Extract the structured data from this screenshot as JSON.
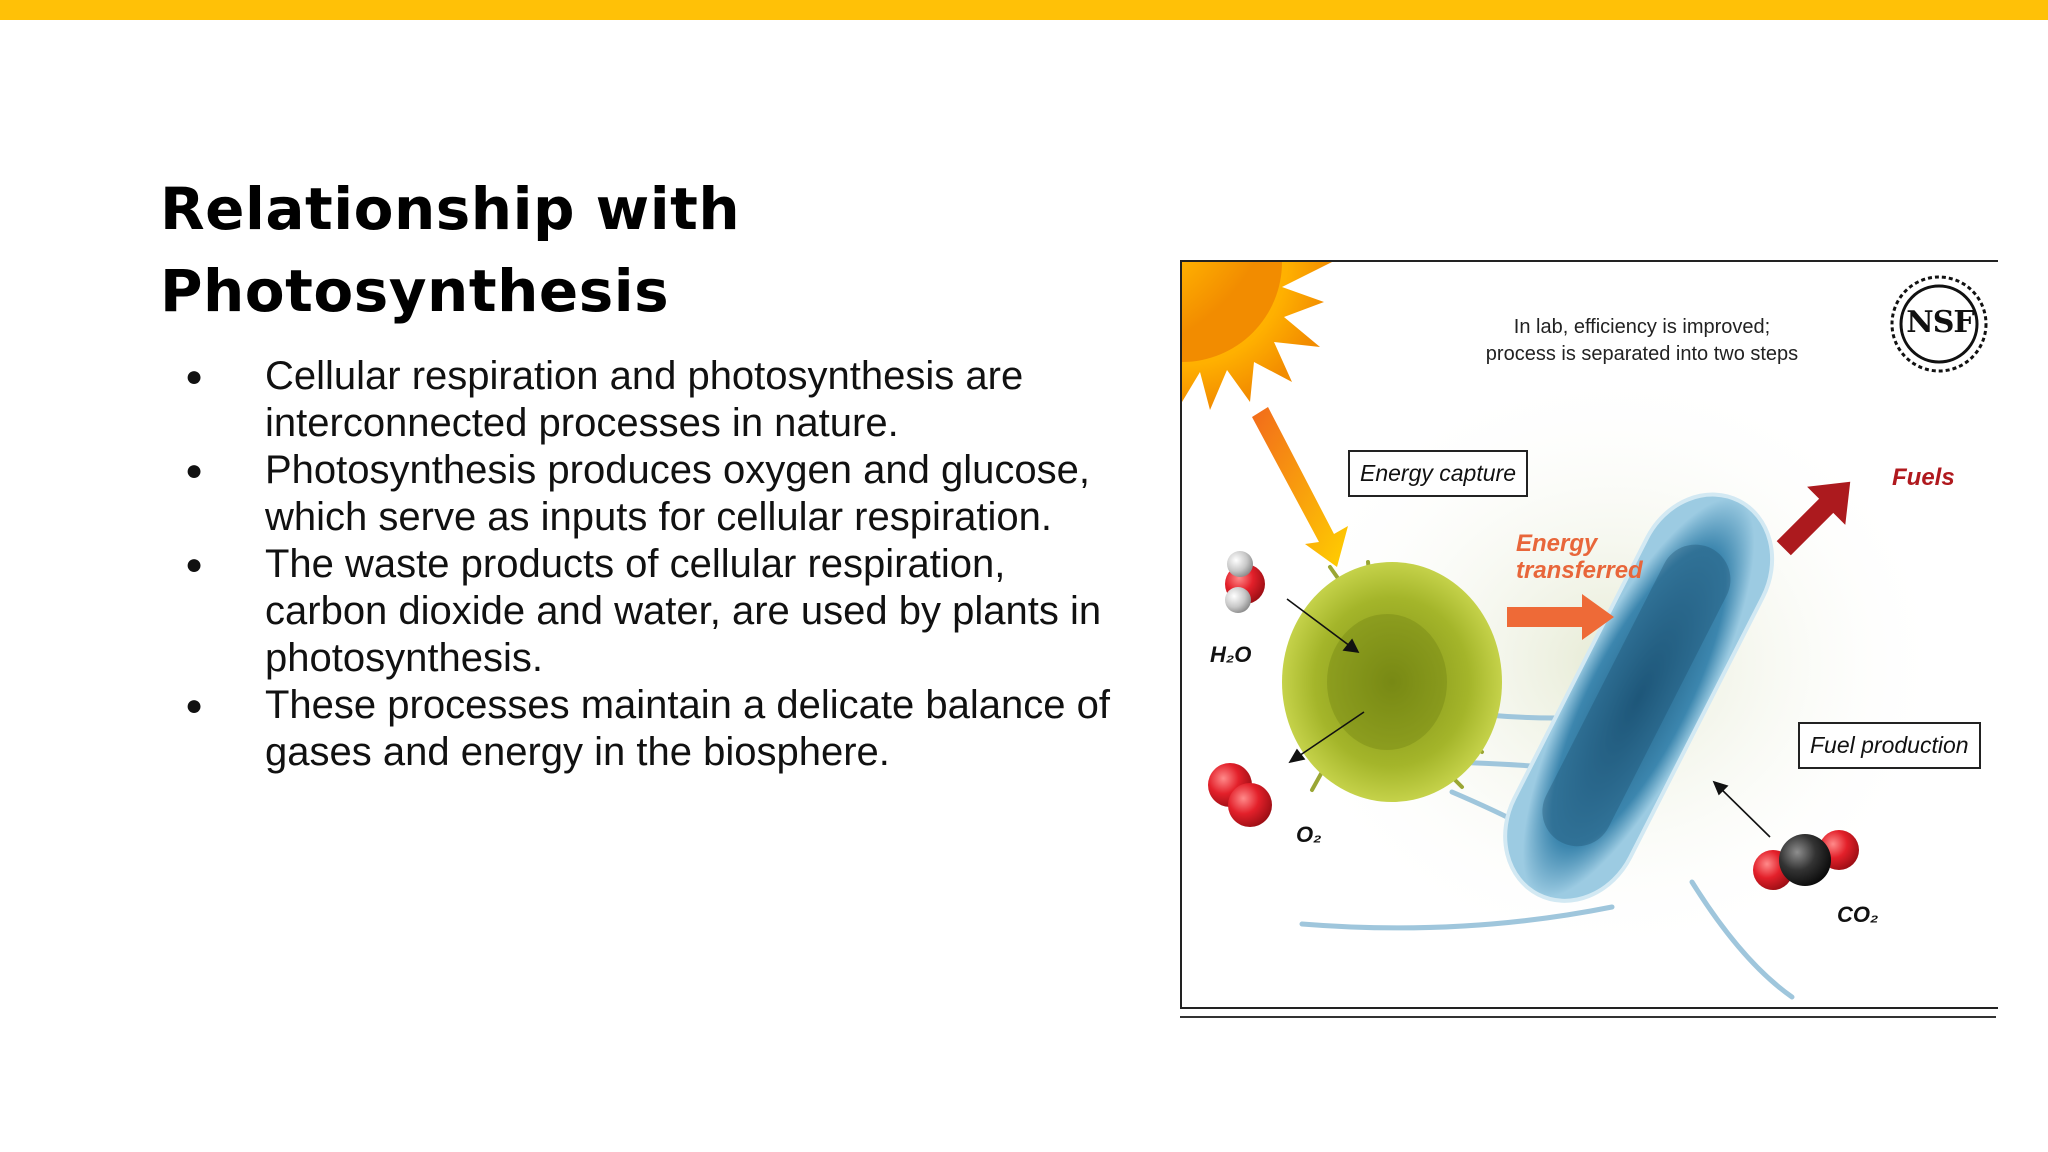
{
  "slide": {
    "title": "Relationship with Photosynthesis",
    "bullet_marker": "●",
    "bullets": [
      "Cellular respiration and photosynthesis are interconnected processes in nature.",
      "Photosynthesis produces oxygen and glucose, which serve as inputs for cellular respiration.",
      "The waste products of cellular respiration, carbon dioxide and water, are used by plants in photosynthesis.",
      "These processes maintain a delicate balance of gases and energy in the biosphere."
    ],
    "accent_color": "#FFC107"
  },
  "figure": {
    "caption_line1": "In lab, efficiency is improved;",
    "caption_line2": "process is separated into two steps",
    "logo": "NSF",
    "energy_capture": "Energy capture",
    "energy_transferred_line1": "Energy",
    "energy_transferred_line2": "transferred",
    "fuels": "Fuels",
    "fuel_production": "Fuel production",
    "h2o": "H₂O",
    "o2": "O₂",
    "co2": "CO₂"
  }
}
